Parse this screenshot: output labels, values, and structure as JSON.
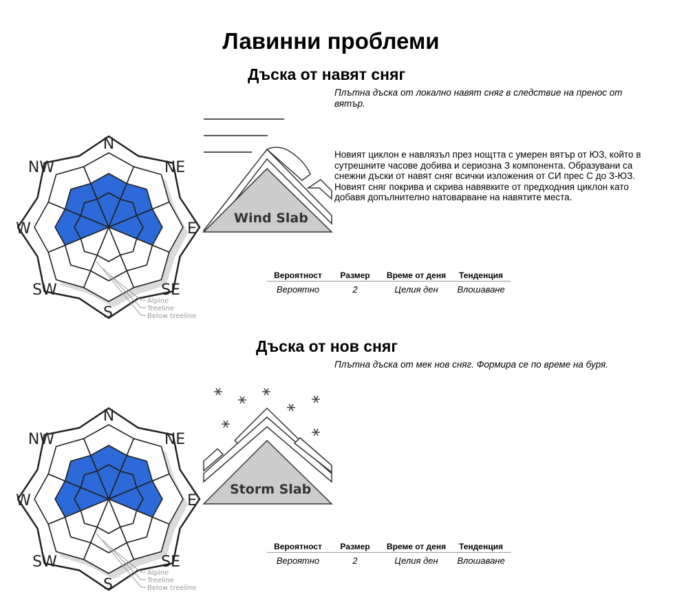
{
  "page": {
    "title": "Лавинни проблеми"
  },
  "colors": {
    "danger": "#2b6ad8",
    "outline": "#222222",
    "slope": "#cccccc"
  },
  "rose_labels": {
    "n": "N",
    "ne": "NE",
    "e": "E",
    "se": "SE",
    "s": "S",
    "sw": "SW",
    "w": "W",
    "nw": "NW",
    "alpine": "Alpine",
    "treeline": "Treeline",
    "below": "Below treeline"
  },
  "table_headers": {
    "likelihood": "Вероятност",
    "size": "Размер",
    "time": "Време от деня",
    "trend": "Тенденция"
  },
  "problems": [
    {
      "title": "Дъска от навят сняг",
      "short": "Плътна дъска от локално навят сняг в следствие на пренос от вятър.",
      "long": "Новият циклон е навлязъл през нощтта с умерен вятър от ЮЗ, който в сутрешните часове добива и сериозна З компонента. Образувани са снежни дъски от навят сняг всички изложения от СИ прес С до З-ЮЗ. Новият сняг покрива и скрива навявките от предходния циклон като добавя допълнително натоварване на навятите места.",
      "illustration_label": "Wind Slab",
      "danger_aspects": [
        "n",
        "ne",
        "e",
        "w",
        "nw"
      ],
      "likelihood": "Вероятно",
      "size": "2",
      "time": "Целия ден",
      "trend": "Влошаване"
    },
    {
      "title": "Дъска от нов сняг",
      "short": "Плътна дъска от мек нов сняг. Формира се по време на буря.",
      "long": "",
      "illustration_label": "Storm Slab",
      "danger_aspects": [
        "n",
        "ne",
        "e",
        "w",
        "nw"
      ],
      "likelihood": "Вероятно",
      "size": "2",
      "time": "Целия ден",
      "trend": "Влошаване"
    }
  ]
}
